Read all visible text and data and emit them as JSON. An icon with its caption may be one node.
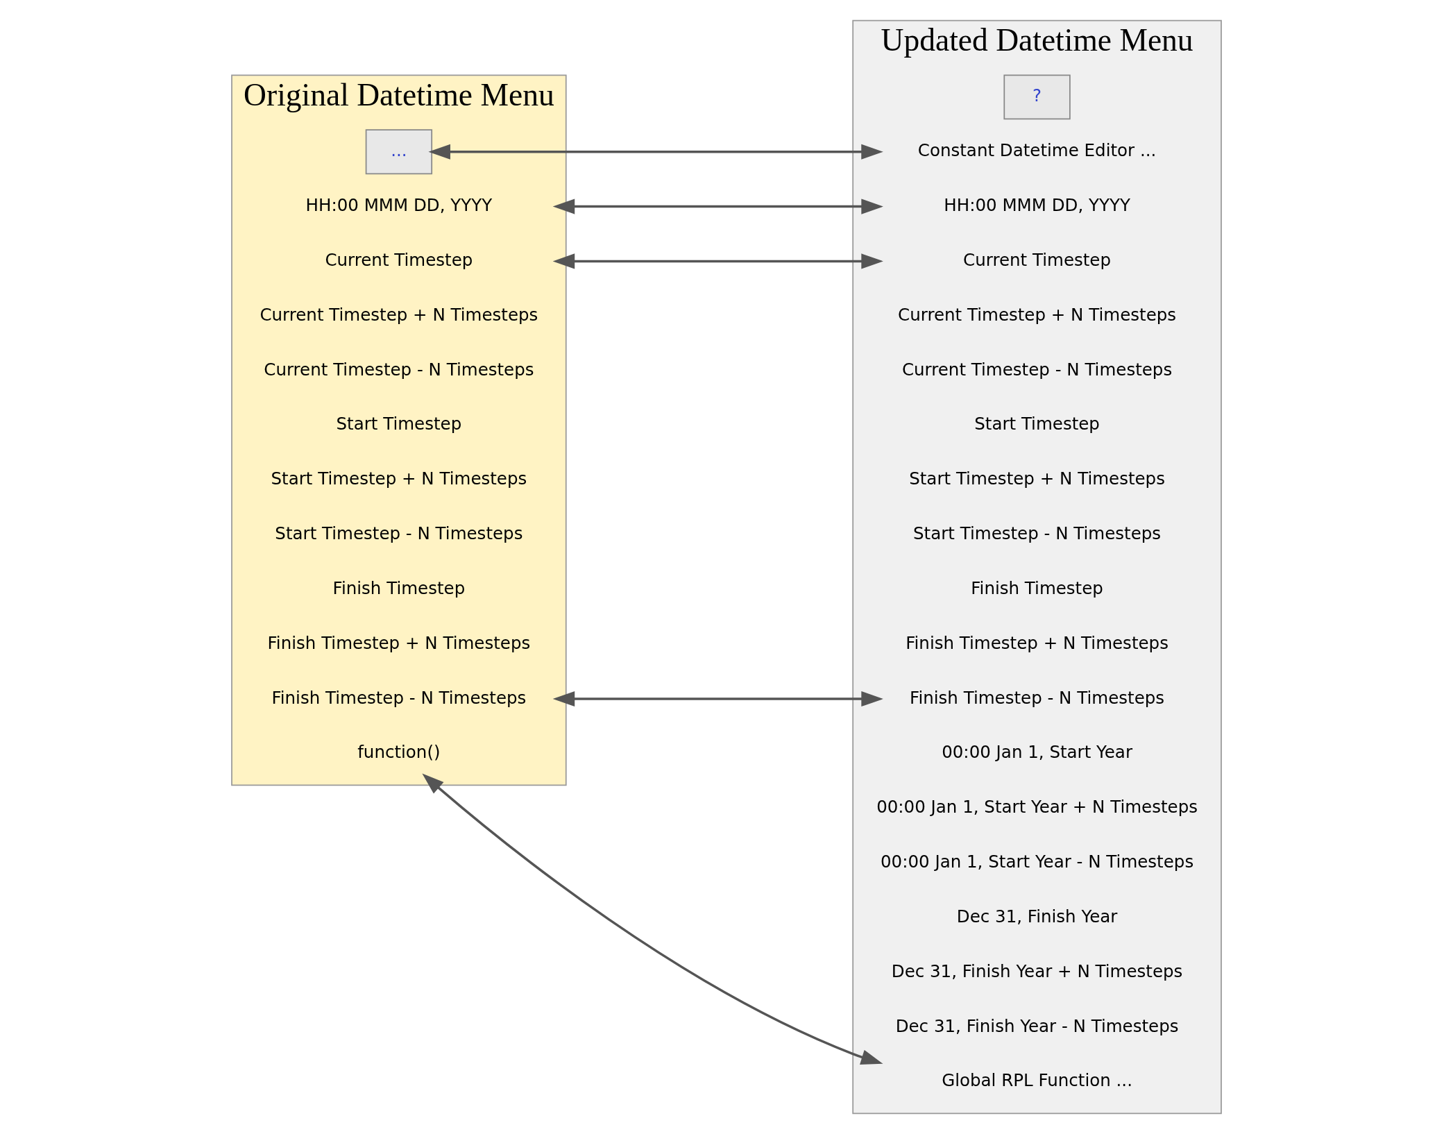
{
  "diagram": {
    "nodes": [
      {
        "text": [
          "Original Datetime Menu"
        ]
      },
      {
        "text": [
          "..."
        ],
        "in": 0
      },
      {
        "text": [
          "HH:00 MMM DD, YYYY"
        ],
        "in": 0
      },
      {
        "text": [
          "Current Timestep"
        ],
        "in": 0
      },
      {
        "text": [
          "Current Timestep + N Timesteps"
        ],
        "in": 0
      },
      {
        "text": [
          "Current Timestep - N Timesteps"
        ],
        "in": 0
      },
      {
        "text": [
          "Start Timestep"
        ],
        "in": 0
      },
      {
        "text": [
          "Start Timestep + N Timesteps"
        ],
        "in": 0
      },
      {
        "text": [
          "Start Timestep - N Timesteps"
        ],
        "in": 0
      },
      {
        "text": [
          "Finish Timestep"
        ],
        "in": 0
      },
      {
        "text": [
          "Finish Timestep + N Timesteps"
        ],
        "in": 0
      },
      {
        "text": [
          "Finish Timestep - N Timesteps"
        ],
        "in": 0
      },
      {
        "text": [
          "function()"
        ],
        "in": 0
      },
      {
        "text": [
          "Updated Datetime Menu"
        ]
      },
      {
        "text": [
          "?"
        ],
        "in": 13
      },
      {
        "text": [
          "Constant Datetime Editor ..."
        ],
        "in": 13
      },
      {
        "text": [
          "HH:00 MMM DD, YYYY"
        ],
        "in": 13
      },
      {
        "text": [
          "Current Timestep"
        ],
        "in": 13
      },
      {
        "text": [
          "Current Timestep + N Timesteps"
        ],
        "in": 13
      },
      {
        "text": [
          "Current Timestep - N Timesteps"
        ],
        "in": 13
      },
      {
        "text": [
          "Start Timestep"
        ],
        "in": 13
      },
      {
        "text": [
          "Start Timestep + N Timesteps"
        ],
        "in": 13
      },
      {
        "text": [
          "Start Timestep - N Timesteps"
        ],
        "in": 13
      },
      {
        "text": [
          "Finish Timestep"
        ],
        "in": 13
      },
      {
        "text": [
          "Finish Timestep + N Timesteps"
        ],
        "in": 13
      },
      {
        "text": [
          "Finish Timestep - N Timesteps"
        ],
        "in": 13
      },
      {
        "text": [
          "00:00 Jan 1, Start Year"
        ],
        "in": 13
      },
      {
        "text": [
          "00:00 Jan 1, Start Year + N Timesteps"
        ],
        "in": 13
      },
      {
        "text": [
          "00:00 Jan 1, Start Year - N Timesteps"
        ],
        "in": 13
      },
      {
        "text": [
          "Dec 31, Finish Year"
        ],
        "in": 13
      },
      {
        "text": [
          "Dec 31, Finish Year + N Timesteps"
        ],
        "in": 13
      },
      {
        "text": [
          "Dec 31, Finish Year - N Timesteps"
        ],
        "in": 13
      },
      {
        "text": [
          "Global RPL Function ..."
        ],
        "in": 13
      }
    ],
    "edges": [
      {
        "from": 1,
        "to": 15,
        "arrow": "both"
      },
      {
        "from": 2,
        "to": 16,
        "arrow": "both"
      },
      {
        "from": 3,
        "to": 17,
        "arrow": "both"
      },
      {
        "from": 11,
        "to": 25,
        "arrow": "both"
      },
      {
        "from": 12,
        "to": 32,
        "arrow": "both"
      }
    ]
  }
}
